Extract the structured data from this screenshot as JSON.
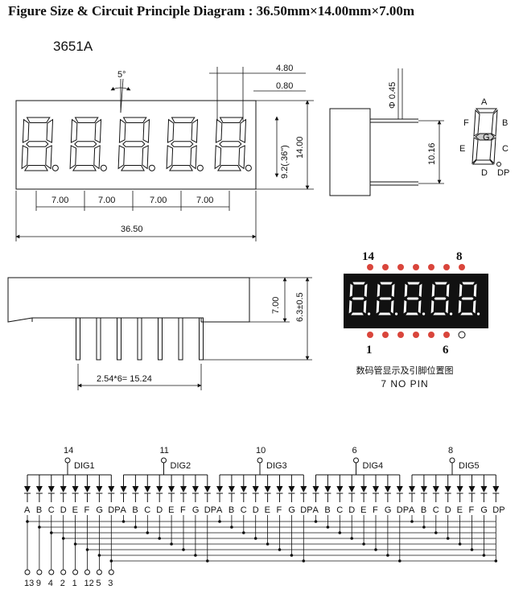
{
  "title": "Figure Size & Circuit Principle Diagram : 36.50mm×14.00mm×7.00m",
  "part_number": "3651A",
  "front_view": {
    "dims": {
      "seg_width": "4.80",
      "gap": "0.80",
      "tilt": "5°",
      "digit_height": "9.2(.36\")",
      "height": "14.00",
      "pitch_1": "7.00",
      "pitch_2": "7.00",
      "pitch_3": "7.00",
      "pitch_4": "7.00",
      "length": "36.50"
    }
  },
  "side_view": {
    "dims": {
      "pin_dia": "Φ 0.45",
      "pin_span": "10.16"
    }
  },
  "bottom_view": {
    "dims": {
      "body_height": "7.00",
      "pin_length": "6.3±0.5",
      "pin_pitch": "2.54*6= 15.24"
    }
  },
  "segment_legend": {
    "A": "A",
    "B": "B",
    "C": "C",
    "D": "D",
    "E": "E",
    "F": "F",
    "G": "G",
    "DP": "DP"
  },
  "pin_view": {
    "top_left": "14",
    "top_right": "8",
    "bottom_left": "1",
    "bottom_right": "6",
    "label_cn": "数码管显示及引脚位置图",
    "label_pins": "7 NO PIN"
  },
  "circuit": {
    "digits": [
      {
        "pin": "14",
        "name": "DIG1"
      },
      {
        "pin": "11",
        "name": "DIG2"
      },
      {
        "pin": "10",
        "name": "DIG3"
      },
      {
        "pin": "6",
        "name": "DIG4"
      },
      {
        "pin": "8",
        "name": "DIG5"
      }
    ],
    "segments": [
      "A",
      "B",
      "C",
      "D",
      "E",
      "F",
      "G",
      "DP"
    ],
    "bottom_pins": [
      "13",
      "9",
      "4",
      "2",
      "1",
      "12",
      "5",
      "3"
    ]
  },
  "colors": {
    "led_dot": "#d9453b",
    "display_bg": "#111111",
    "display_seg": "#ffffff"
  }
}
